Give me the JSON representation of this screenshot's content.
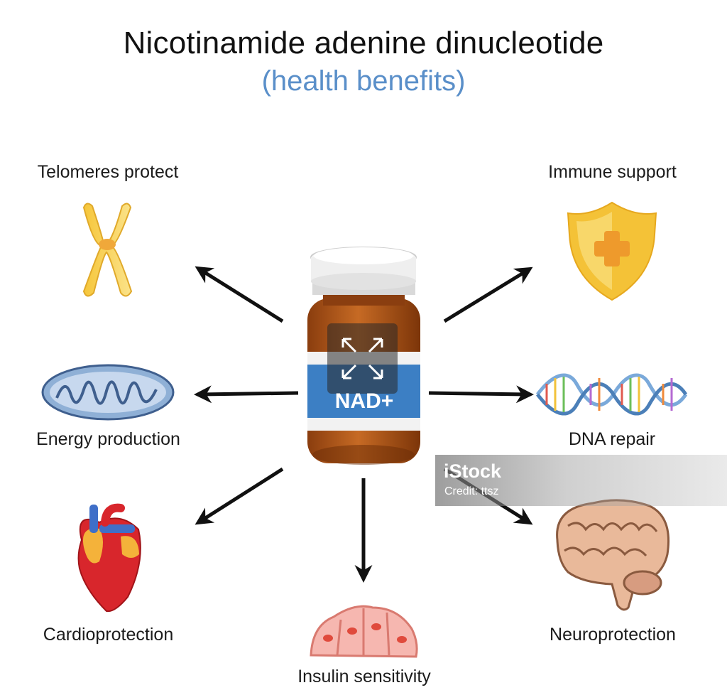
{
  "title": "Nicotinamide adenine dinucleotide",
  "subtitle": "(health benefits)",
  "center": {
    "label": "NAD+"
  },
  "benefits": {
    "telomeres": "Telomeres protect",
    "immune": "Immune support",
    "energy": "Energy production",
    "dna": "DNA repair",
    "cardio": "Cardioprotection",
    "insulin": "Insulin sensitivity",
    "neuro": "Neuroprotection"
  },
  "watermark": {
    "brand": "iStock",
    "credit": "Credit: ttsz"
  },
  "colors": {
    "subtitle": "#5a8fc9",
    "bottle_amber": "#a9561c",
    "bottle_label": "#3c7fc4",
    "arrow": "#111111"
  },
  "icons": [
    "chromosome-icon",
    "shield-icon",
    "mitochondria-icon",
    "dna-helix-icon",
    "heart-icon",
    "pancreatic-cells-icon",
    "brain-icon",
    "expand-icon"
  ]
}
